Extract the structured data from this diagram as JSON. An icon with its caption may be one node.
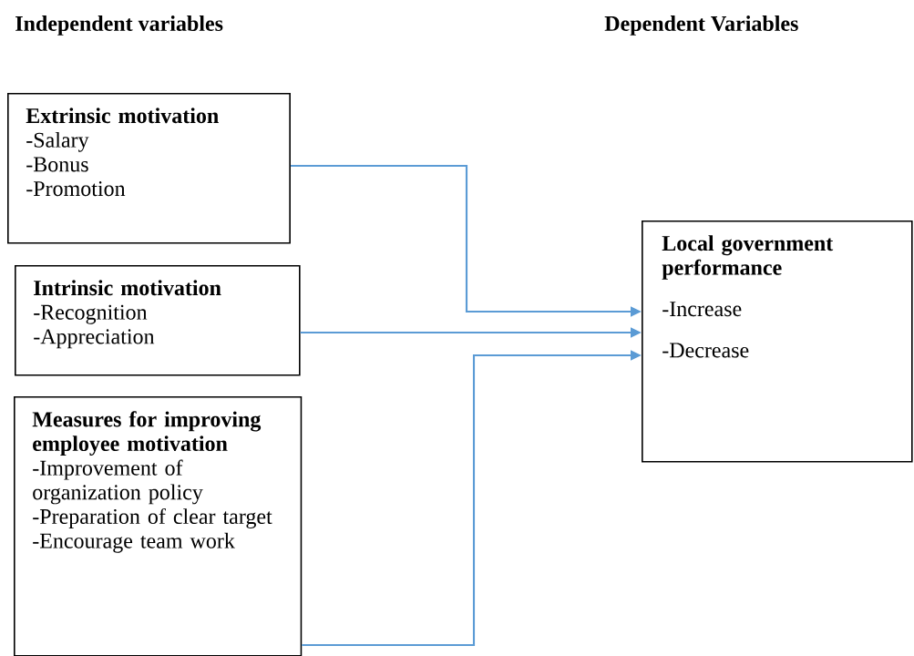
{
  "diagram": {
    "nodes": [
      {
        "text": [
          "Extrinsic motivation",
          "-Salary",
          "-Bonus",
          "-Promotion"
        ]
      },
      {
        "text": [
          "Intrinsic motivation",
          "-Recognition",
          "-Appreciation"
        ]
      },
      {
        "text": [
          "Measures for improving employee motivation",
          "-Improvement of organization policy",
          "-Preparation of clear target",
          "-Encourage team work"
        ]
      },
      {
        "text": [
          "Local government performance",
          "-Increase",
          "-Decrease"
        ]
      }
    ],
    "edges": [
      {
        "from": 0,
        "to": 3,
        "arrow": "to",
        "color": "#5b9bd5"
      },
      {
        "from": 1,
        "to": 3,
        "arrow": "to",
        "color": "#5b9bd5"
      },
      {
        "from": 2,
        "to": 3,
        "arrow": "to",
        "color": "#5b9bd5"
      }
    ],
    "labels": [
      "Independent variables",
      "Dependent Variables"
    ]
  }
}
